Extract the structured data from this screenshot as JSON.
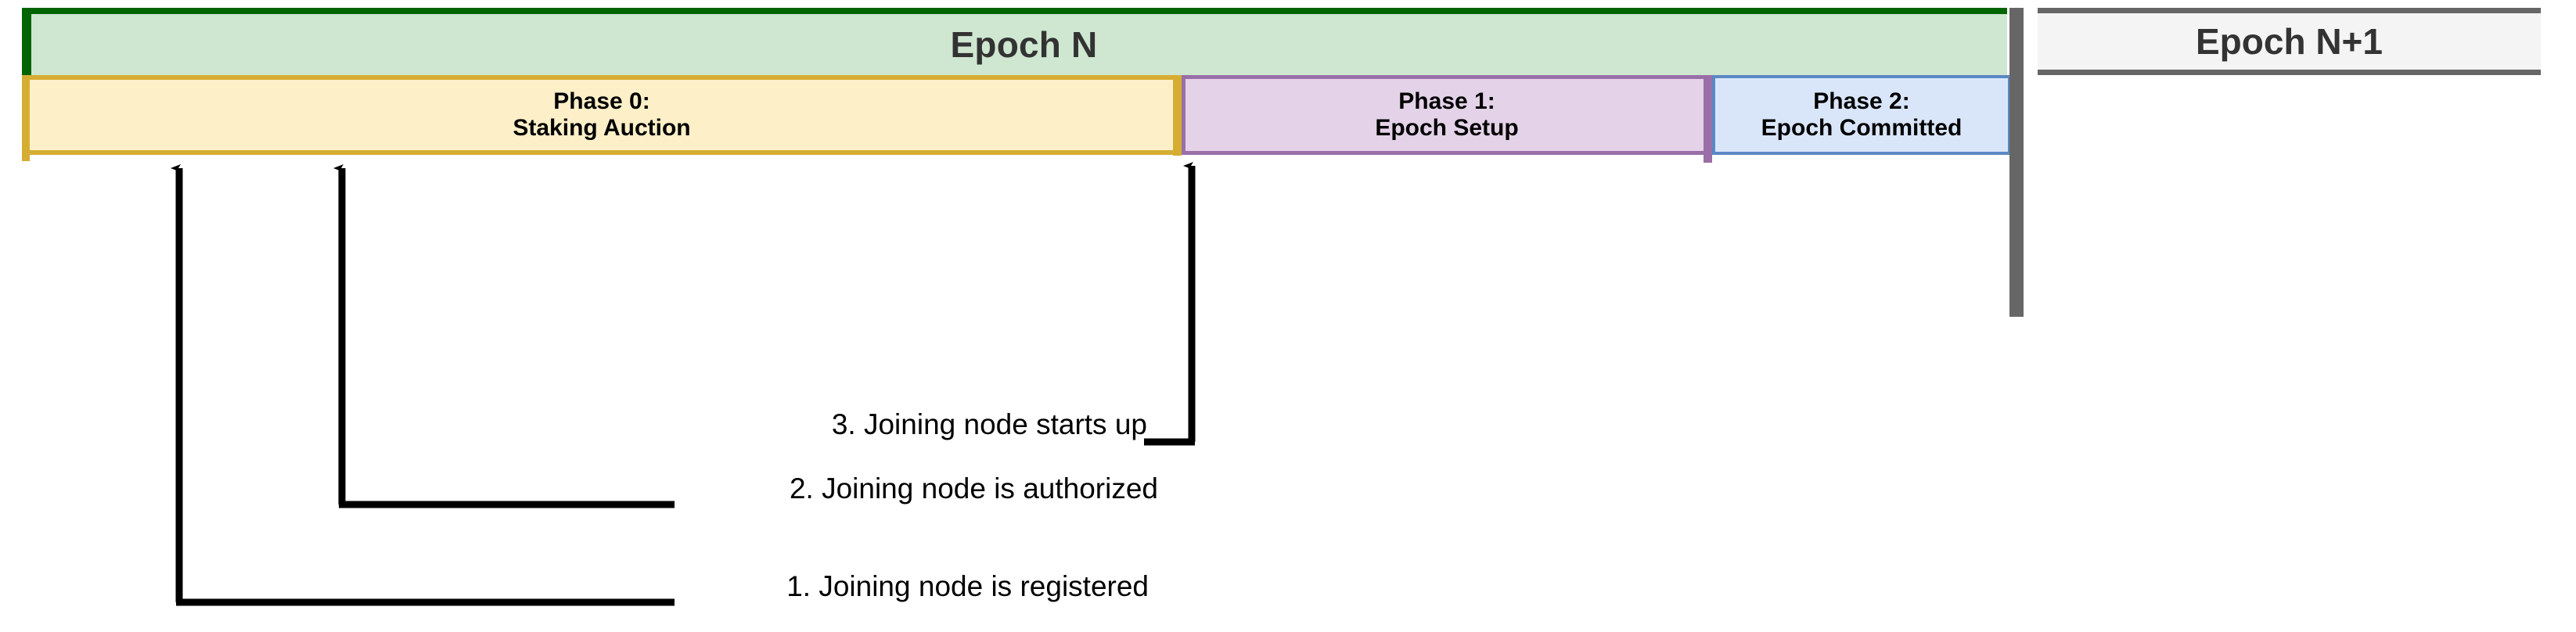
{
  "diagram": {
    "title": "Epoch phase timeline with joining-node events",
    "epochs": [
      {
        "id": "epoch-n",
        "label": "Epoch N",
        "accent": "#006400",
        "fill": "#cfe7d1"
      },
      {
        "id": "epoch-n1",
        "label": "Epoch N+1",
        "accent": "#666666",
        "fill": "#f4f4f4"
      }
    ],
    "phases": [
      {
        "id": "phase-0",
        "line1": "Phase 0:",
        "line2": "Staking Auction",
        "fill": "#fdf0c8",
        "border": "#d6ad33"
      },
      {
        "id": "phase-1",
        "line1": "Phase 1:",
        "line2": "Epoch Setup",
        "fill": "#e4d2e8",
        "border": "#9a6fa8"
      },
      {
        "id": "phase-2",
        "line1": "Phase 2:",
        "line2": "Epoch Committed",
        "fill": "#d9e6fa",
        "border": "#5b87c4"
      }
    ],
    "callouts": [
      {
        "id": "callout-1",
        "number": "1.",
        "text": "1. Joining node is registered"
      },
      {
        "id": "callout-2",
        "number": "2.",
        "text": "2. Joining node is authorized"
      },
      {
        "id": "callout-3",
        "number": "3.",
        "text": "3. Joining node starts up"
      }
    ],
    "colors": {
      "epoch_n_accent": "#006400",
      "epoch_divider": "#666666",
      "phase0_border": "#d6ad33",
      "phase1_border": "#9a6fa8",
      "phase2_border": "#5b87c4",
      "callout_line": "#000000",
      "text_dark": "#333333"
    }
  }
}
